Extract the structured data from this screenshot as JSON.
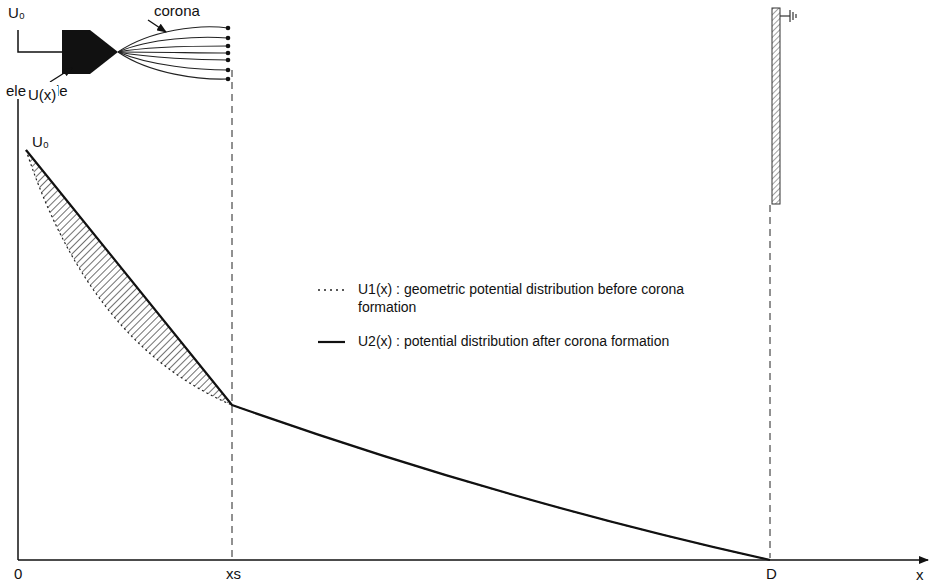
{
  "diagram": {
    "labels": [
      "U₀",
      "corona",
      "electrode",
      "U(x)",
      "U₀",
      "0",
      "xs",
      "D",
      "x"
    ],
    "legend": [
      {
        "text": "U1(x) : geometric potential distribution before corona formation"
      },
      {
        "text": "U2(x) : potential distribution after corona formation"
      }
    ]
  }
}
